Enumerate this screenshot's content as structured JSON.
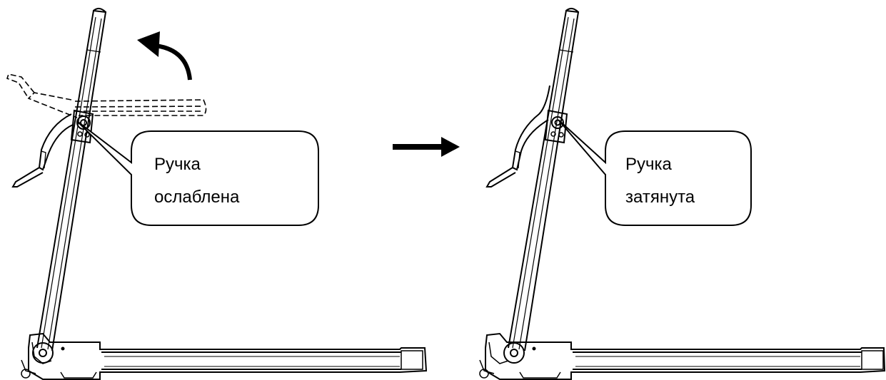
{
  "left_panel": {
    "callout_line1": "Ручка",
    "callout_line2": "ослаблена"
  },
  "right_panel": {
    "callout_line1": "Ручка",
    "callout_line2": "затянута"
  },
  "colors": {
    "ink": "#000000",
    "background": "#ffffff",
    "dash": "#444444"
  }
}
